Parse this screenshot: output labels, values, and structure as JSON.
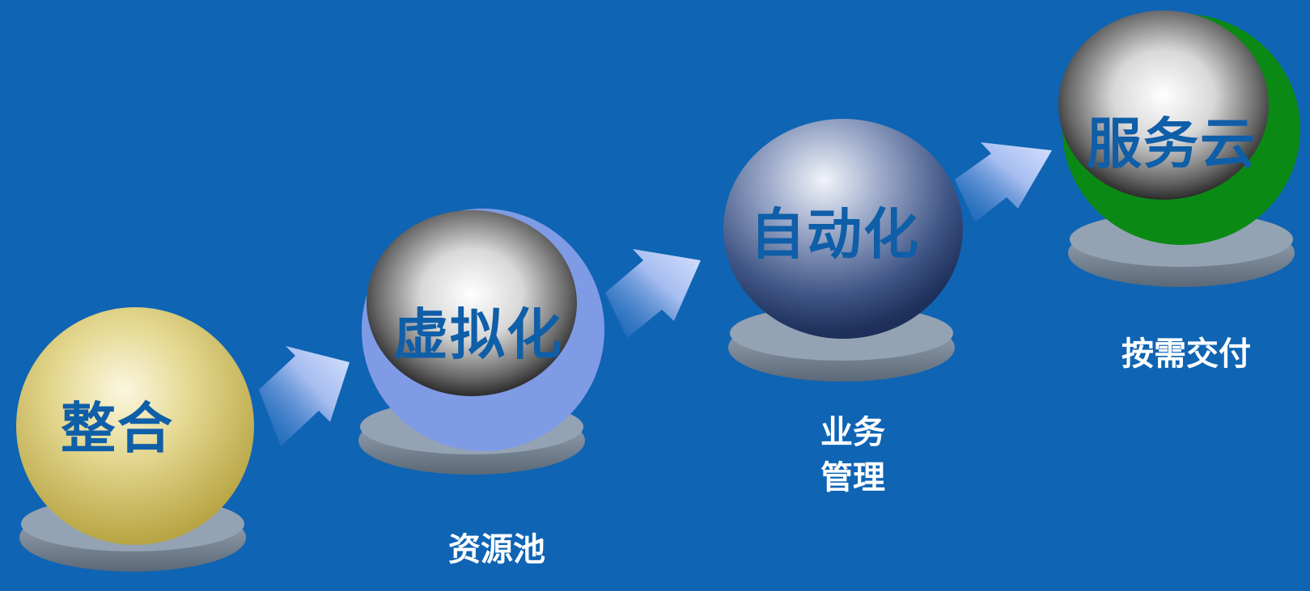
{
  "diagram": {
    "background": "#0f64b4",
    "label_color": "#0f5ea8",
    "caption_color": "#ffffff",
    "stages": [
      {
        "label": "整合",
        "caption": ""
      },
      {
        "label": "虚拟化",
        "caption": "资源池"
      },
      {
        "label": "自动化",
        "caption": "业务\n管理"
      },
      {
        "label": "服务云",
        "caption": "按需交付"
      }
    ],
    "accent_colors": {
      "sphere_gold": "#d8c870",
      "sphere_blue_back": "#7f9be6",
      "sphere_steel": "#56699a",
      "sphere_green_back": "#0a8a14",
      "arrow": "#b6c8f4",
      "pedestal": "#8a98a8"
    }
  }
}
